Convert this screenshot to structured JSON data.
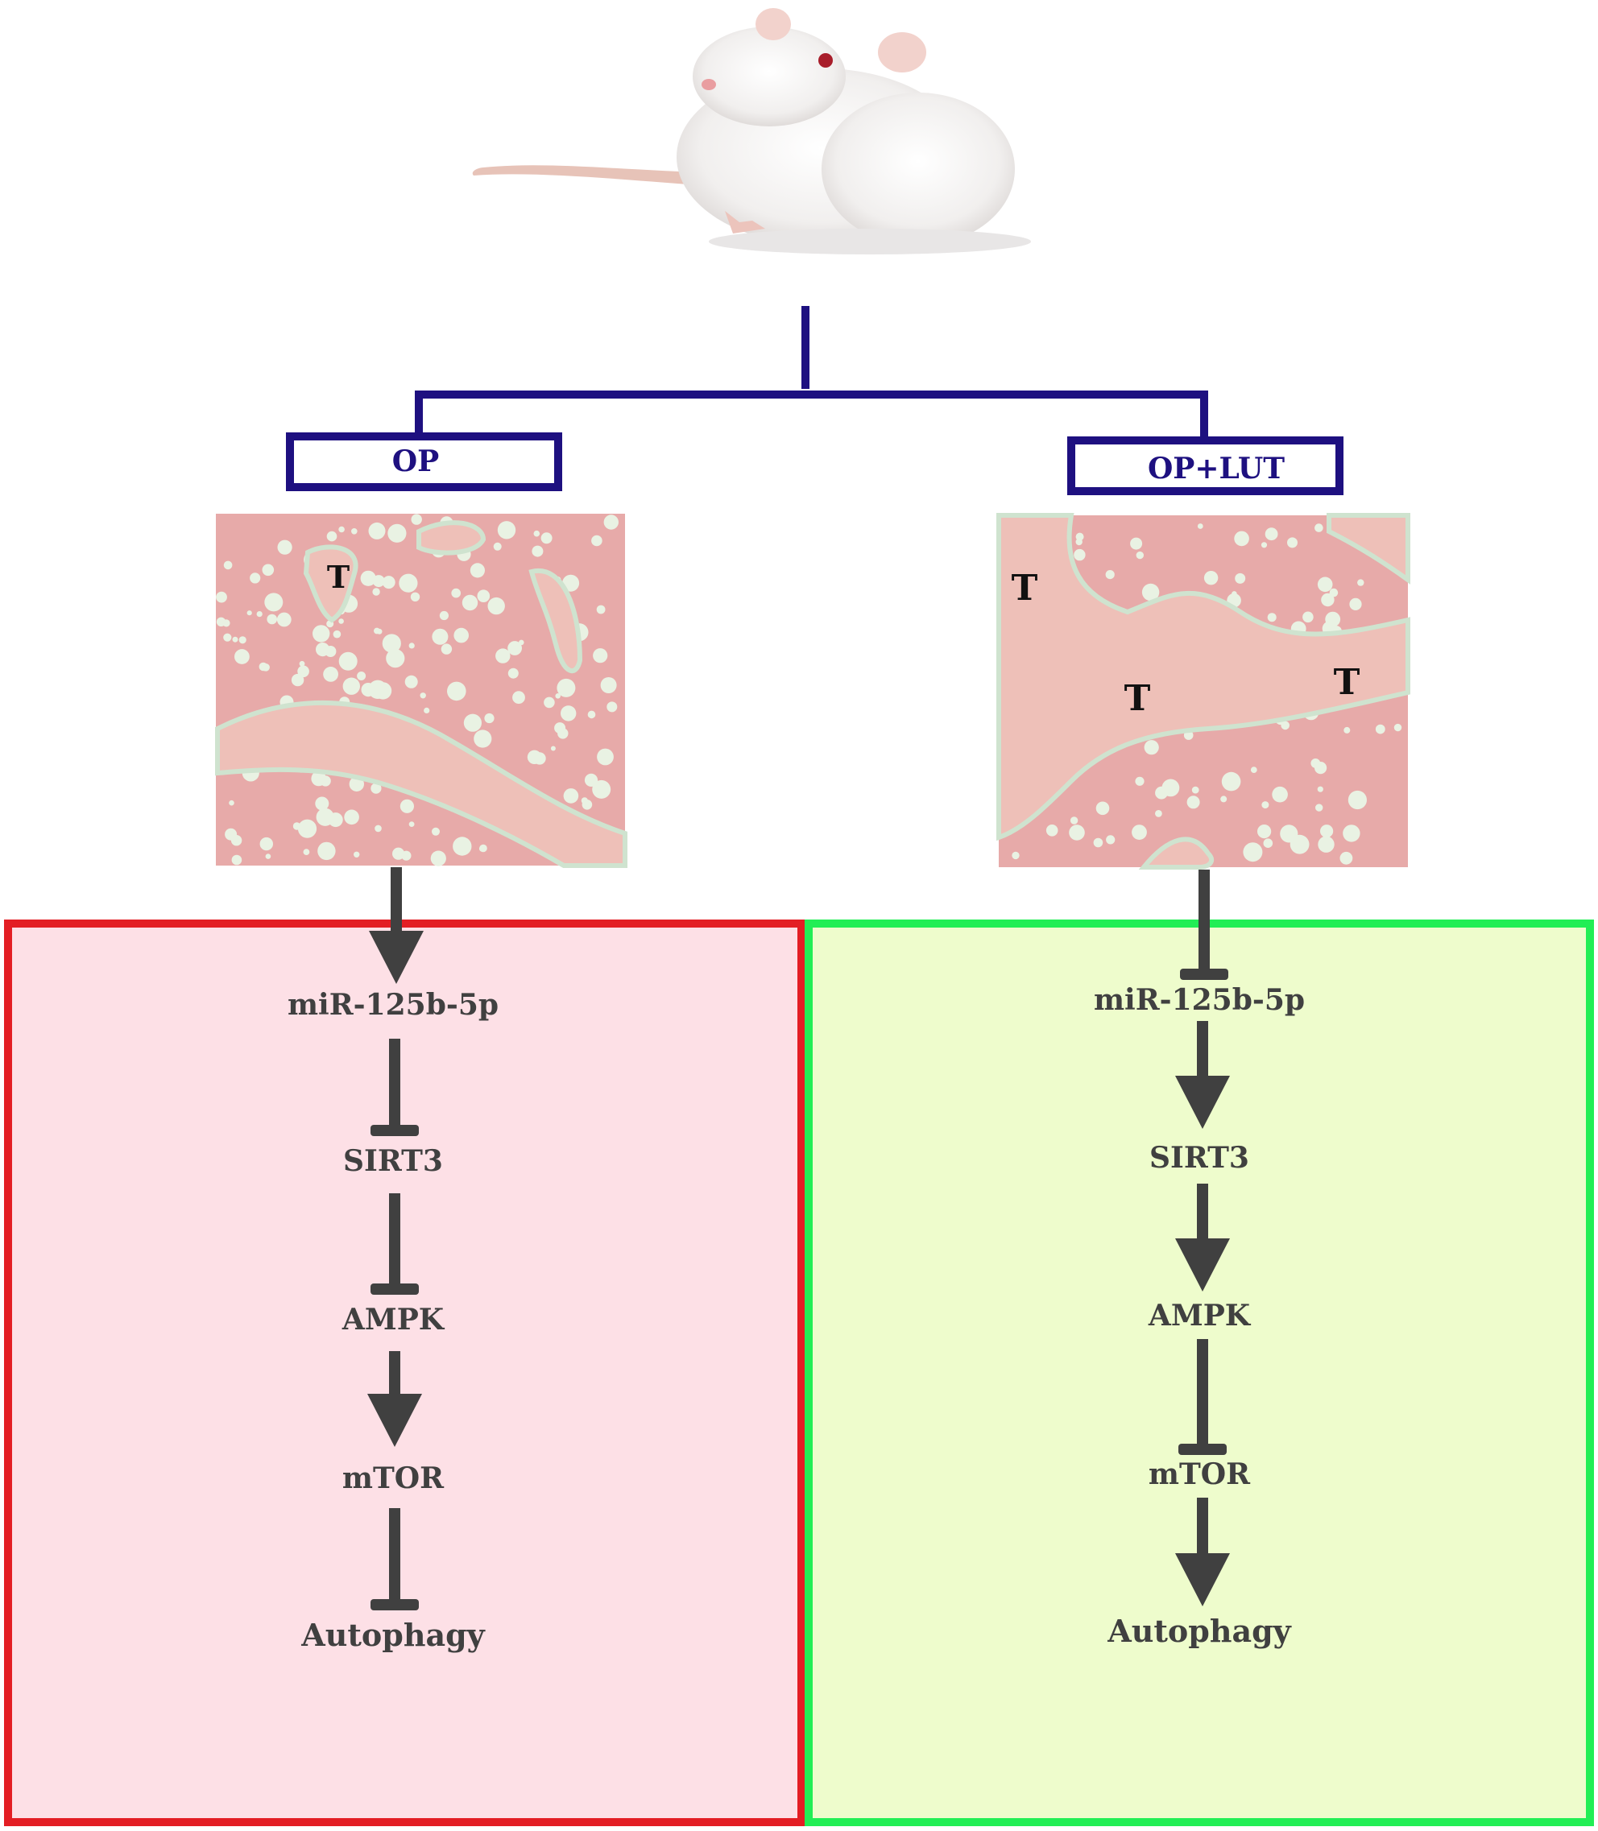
{
  "colors": {
    "tree_line": "#1e1080",
    "label_box_border": "#1e1080",
    "label_text": "#1e1080",
    "arrow": "#404040",
    "node_text": "#404040",
    "left_panel_fill": "#fde0e6",
    "left_panel_border": "#e31e24",
    "right_panel_fill": "#eefccc",
    "right_panel_border": "#22ee55",
    "tissue_pink": "#e7aaa9",
    "tissue_light": "#cfe3cf",
    "trabecula": "#eec0b8"
  },
  "groups": {
    "left_label": "OP",
    "right_label": "OP+LUT"
  },
  "histology": {
    "left_marks": [
      "T"
    ],
    "right_marks": [
      "T",
      "T",
      "T"
    ]
  },
  "left_pathway": {
    "nodes": [
      "miR-125b-5p",
      "SIRT3",
      "AMPK",
      "mTOR",
      "Autophagy"
    ],
    "entry_edge": "activation",
    "edges": [
      "inhibition",
      "inhibition",
      "activation",
      "inhibition"
    ]
  },
  "right_pathway": {
    "nodes": [
      "miR-125b-5p",
      "SIRT3",
      "AMPK",
      "mTOR",
      "Autophagy"
    ],
    "entry_edge": "inhibition",
    "edges": [
      "activation",
      "activation",
      "inhibition",
      "activation"
    ]
  }
}
